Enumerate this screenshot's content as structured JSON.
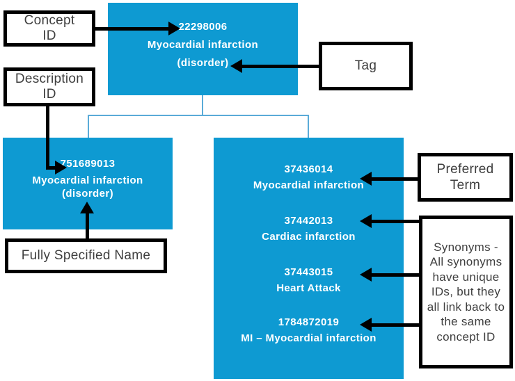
{
  "colors": {
    "box_blue": "#0e9ad2",
    "connector_blue": "#5aabd8",
    "arrow_black": "#000000",
    "label_text": "#3e3e3e",
    "box_text": "#ffffff"
  },
  "concept": {
    "id": "22298006",
    "term": "Myocardial infarction",
    "tag": "(disorder)"
  },
  "fully_specified_name": {
    "id": "751689013",
    "term": "Myocardial infarction",
    "tag": "(disorder)"
  },
  "descriptions": [
    {
      "id": "37436014",
      "term": "Myocardial infarction"
    },
    {
      "id": "37442013",
      "term": "Cardiac infarction"
    },
    {
      "id": "37443015",
      "term": "Heart Attack"
    },
    {
      "id": "1784872019",
      "term": "MI – Myocardial infarction"
    }
  ],
  "labels": {
    "concept_id": "Concept ID",
    "description_id": "Description ID",
    "tag": "Tag",
    "fully_specified_name": "Fully Specified Name",
    "preferred_term": "Preferred Term",
    "synonyms": "Synonyms - All synonyms have unique IDs, but they all link back to the same concept ID"
  }
}
